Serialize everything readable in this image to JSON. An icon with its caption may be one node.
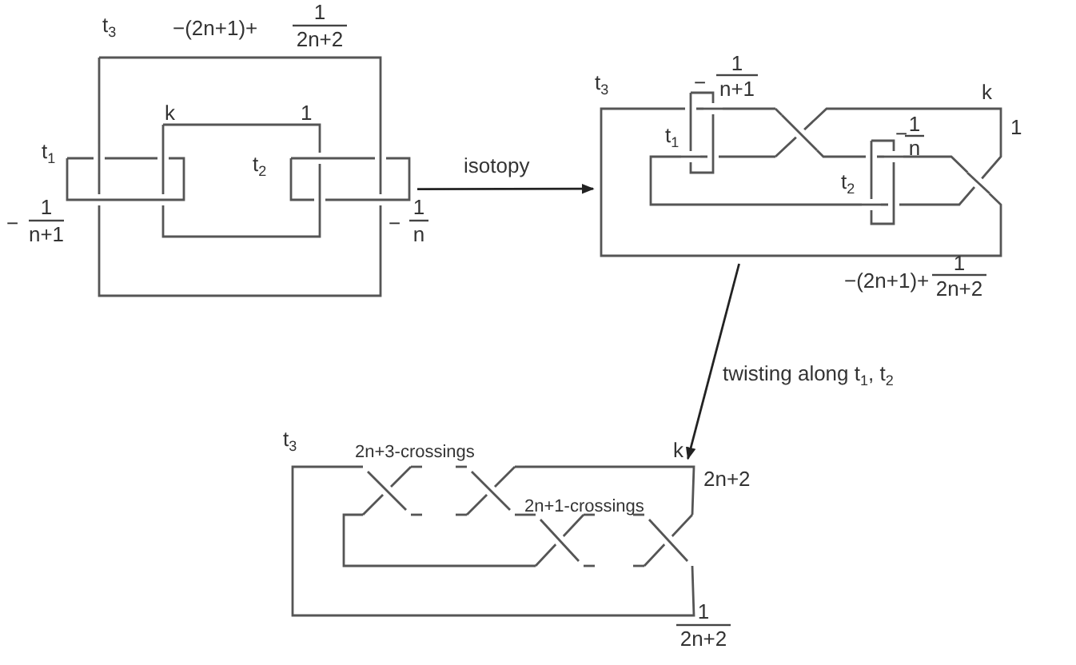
{
  "diagram": {
    "nodes": [
      {
        "text": [],
        "shape": "picture"
      },
      {
        "text": [],
        "shape": "picture"
      },
      {
        "text": [],
        "shape": "picture"
      }
    ],
    "edges": [
      {
        "from": 0,
        "to": 1,
        "arrow": "to",
        "label": "isotopy"
      },
      {
        "from": 1,
        "to": 2,
        "arrow": "to",
        "label": "twisting along  t$_{1}$, t$_{2}$"
      }
    ],
    "labels": [
      "t$_{3}$",
      "−(2n+1)+",
      "1",
      "2n+2",
      "k",
      "1",
      "t$_{1}$",
      "t$_{2}$",
      "−",
      "1",
      "n+1",
      "−",
      "1",
      "n",
      "t$_{3}$",
      "−",
      "1",
      "n+1",
      "k",
      "1",
      "t$_{1}$",
      "−",
      "1",
      "n",
      "t$_{2}$",
      "−(2n+1)+",
      "1",
      "2n+2",
      "t$_{3}$",
      "2n+3-crossings",
      "k",
      "2n+2",
      "2n+1-crossings",
      "1",
      "2n+2"
    ]
  }
}
